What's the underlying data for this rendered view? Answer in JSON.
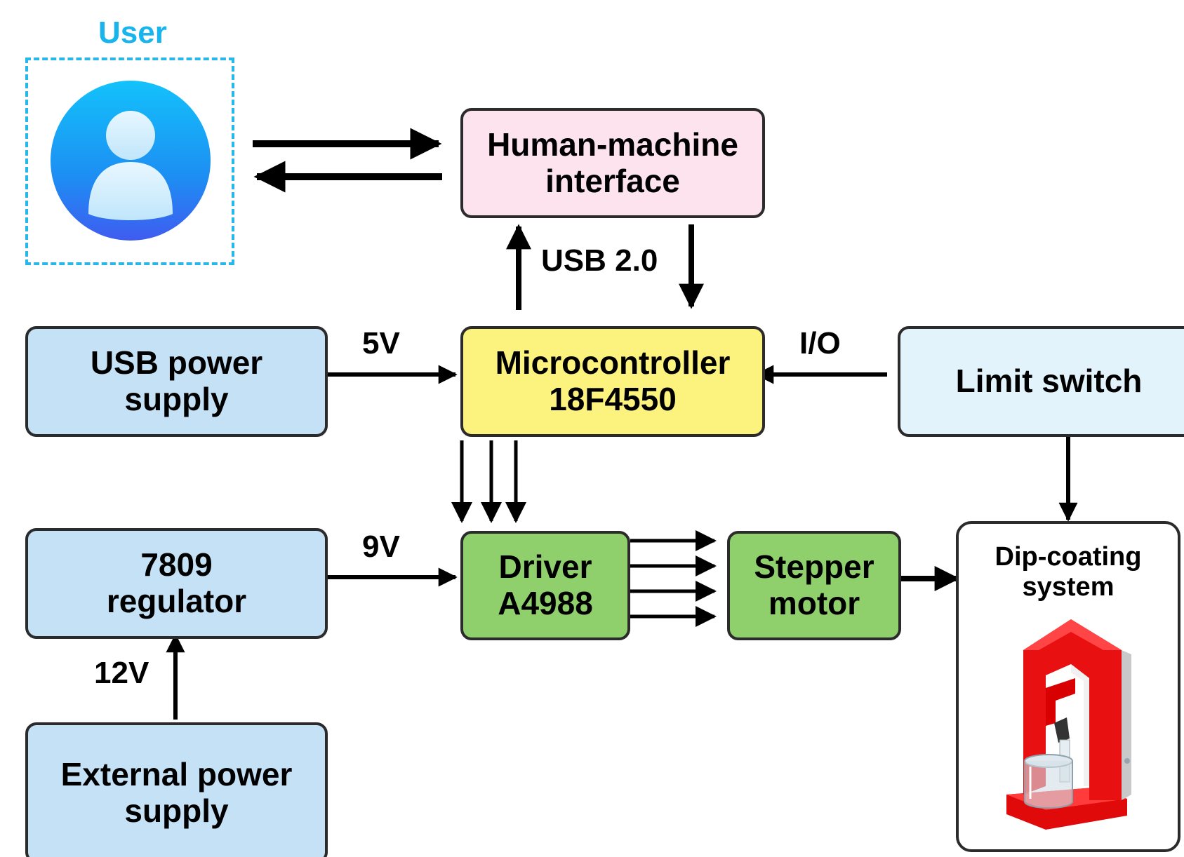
{
  "user": {
    "title": "User",
    "icon": "user-avatar-icon",
    "accent_color": "#18b4ee"
  },
  "nodes": {
    "hmi": {
      "lines": [
        "Human-machine",
        "interface"
      ],
      "fill": "#fde3ee"
    },
    "mcu": {
      "lines": [
        "Microcontroller",
        "18F4550"
      ],
      "fill": "#fcf27e"
    },
    "usb_power": {
      "lines": [
        "USB power",
        "supply"
      ],
      "fill": "#c5e1f6"
    },
    "limit_switch": {
      "lines": [
        "Limit switch"
      ],
      "fill": "#e3f3fb"
    },
    "regulator": {
      "lines": [
        "7809",
        "regulator"
      ],
      "fill": "#c5e1f6"
    },
    "driver": {
      "lines": [
        "Driver",
        "A4988"
      ],
      "fill": "#8fd06c"
    },
    "stepper": {
      "lines": [
        "Stepper",
        "motor"
      ],
      "fill": "#8fd06c"
    },
    "ext_power": {
      "lines": [
        "External power",
        "supply"
      ],
      "fill": "#c5e1f6"
    },
    "dip": {
      "lines": [
        "Dip-coating",
        "system"
      ],
      "icon": "dip-coating-device-icon"
    }
  },
  "edge_labels": {
    "usb": "USB 2.0",
    "v5": "5V",
    "io": "I/O",
    "v9": "9V",
    "v12": "12V"
  }
}
